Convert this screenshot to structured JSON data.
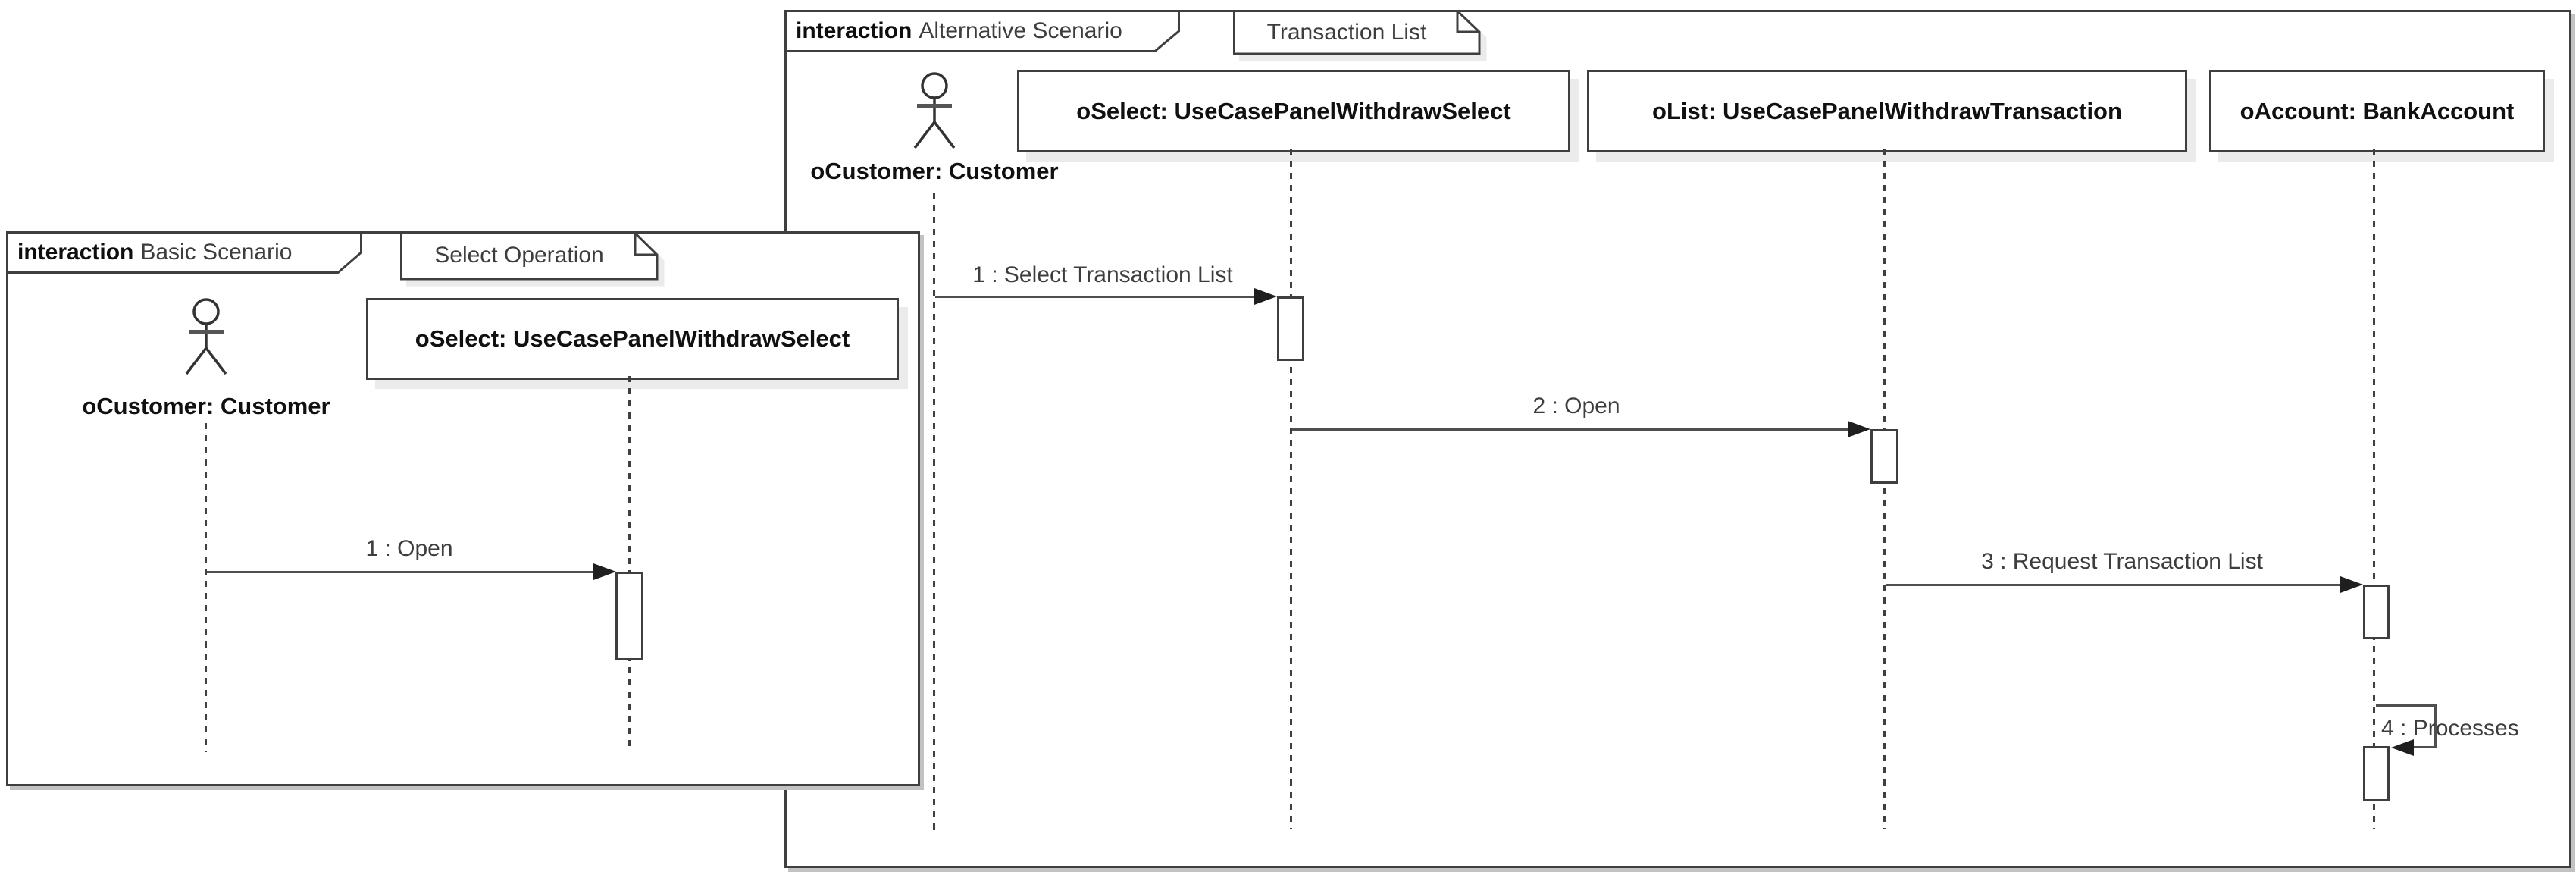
{
  "colors": {
    "stroke": "#3f3f3f",
    "text": "#3d3d3d",
    "bold_text": "#101010",
    "box_shadow": "#ebebeb",
    "background": "#ffffff"
  },
  "diagrams": {
    "basic": {
      "frame_keyword": "interaction",
      "frame_title": "Basic Scenario",
      "note": "Select Operation",
      "participants": {
        "actor": "oCustomer: Customer",
        "oselect": "oSelect: UseCasePanelWithdrawSelect"
      },
      "messages": {
        "m1": "1 : Open"
      }
    },
    "alternative": {
      "frame_keyword": "interaction",
      "frame_title": "Alternative Scenario",
      "note": "Transaction List",
      "participants": {
        "actor": "oCustomer: Customer",
        "oselect": "oSelect: UseCasePanelWithdrawSelect",
        "olist": "oList: UseCasePanelWithdrawTransaction",
        "oaccount": "oAccount: BankAccount"
      },
      "messages": {
        "m1": "1 : Select Transaction List",
        "m2": "2 : Open",
        "m3": "3 : Request Transaction List",
        "m4": "4 : Processes"
      }
    }
  }
}
